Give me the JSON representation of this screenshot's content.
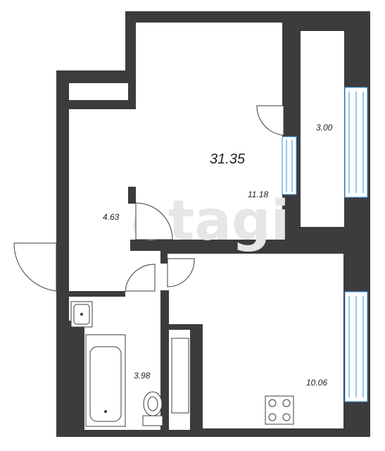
{
  "watermark": "etagi",
  "total_area": "31.35",
  "rooms": {
    "living_room": "11.18",
    "balcony": "3.00",
    "hallway": "4.63",
    "bathroom": "3.98",
    "kitchen": "10.06"
  },
  "colors": {
    "wall": "#3c3c3f",
    "window": "#2e8fd8",
    "background": "#ffffff",
    "watermark": "#e6e6e6"
  },
  "icons": [
    "sink-icon",
    "bathtub-icon",
    "toilet-icon",
    "stove-icon"
  ]
}
